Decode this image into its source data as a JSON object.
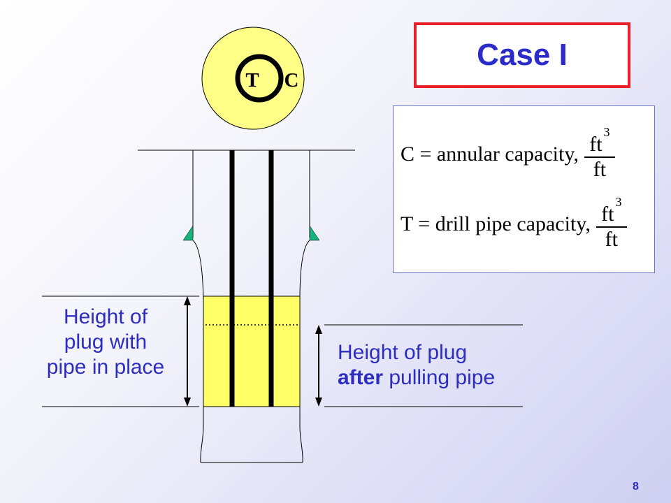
{
  "title": "Case I",
  "cross_section": {
    "inner_label": "T",
    "outer_label": "C"
  },
  "definitions": [
    {
      "text": "C = annular capacity,",
      "num": "ft",
      "num_exp": "3",
      "den": "ft"
    },
    {
      "text": "T = drill pipe capacity,",
      "num": "ft",
      "num_exp": "3",
      "den": "ft"
    }
  ],
  "labels": {
    "left": [
      "Height of",
      "plug with",
      "pipe in place"
    ],
    "right_line1": "Height of plug",
    "right_line2_bold": "after",
    "right_line2_rest": " pulling pipe"
  },
  "page_number": "8",
  "colors": {
    "plug": "#ffff66",
    "disc": "#ffff88",
    "centralizer": "#18b27c",
    "title_border": "#e8202a",
    "title_text": "#2b2bcc",
    "label_text": "#2d2dbf"
  }
}
